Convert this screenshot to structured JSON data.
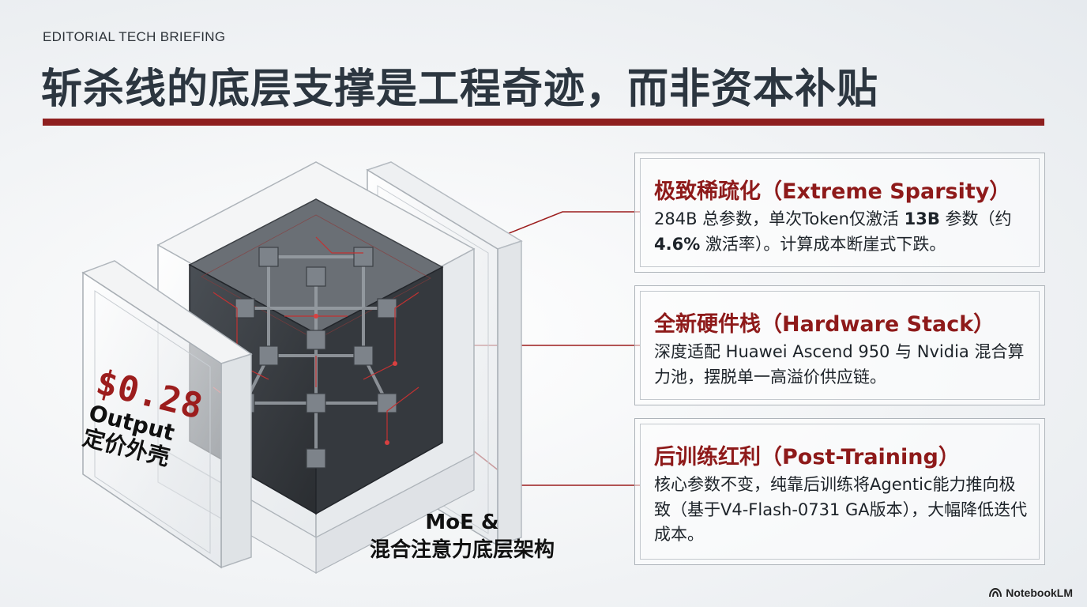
{
  "header": {
    "kicker": "EDITORIAL TECH BRIEFING",
    "title": "斩杀线的底层支撑是工程奇迹，而非资本补贴"
  },
  "figure": {
    "price": "$0.28",
    "price_line1": "Output",
    "price_line2": "定价外壳",
    "core_line1": "MoE &",
    "core_line2": "混合注意力底层架构",
    "accent_color": "#9c1d1d"
  },
  "cards": [
    {
      "title": "极致稀疏化（Extreme Sparsity）",
      "body_a": "284B 总参数，单次Token仅激活 ",
      "body_b": "13B",
      "body_c": " 参数（约 ",
      "body_d": "4.6%",
      "body_e": " 激活率）。计算成本断崖式下跌。"
    },
    {
      "title": "全新硬件栈（Hardware Stack）",
      "body": "深度适配 Huawei Ascend 950 与 Nvidia 混合算力池，摆脱单一高溢价供应链。"
    },
    {
      "title": "后训练红利（Post-Training）",
      "body": "核心参数不变，纯靠后训练将Agentic能力推向极致（基于V4-Flash-0731 GA版本），大幅降低迭代成本。"
    }
  ],
  "brand": {
    "name": "NotebookLM",
    "icon": "notebooklm-logo-icon"
  }
}
